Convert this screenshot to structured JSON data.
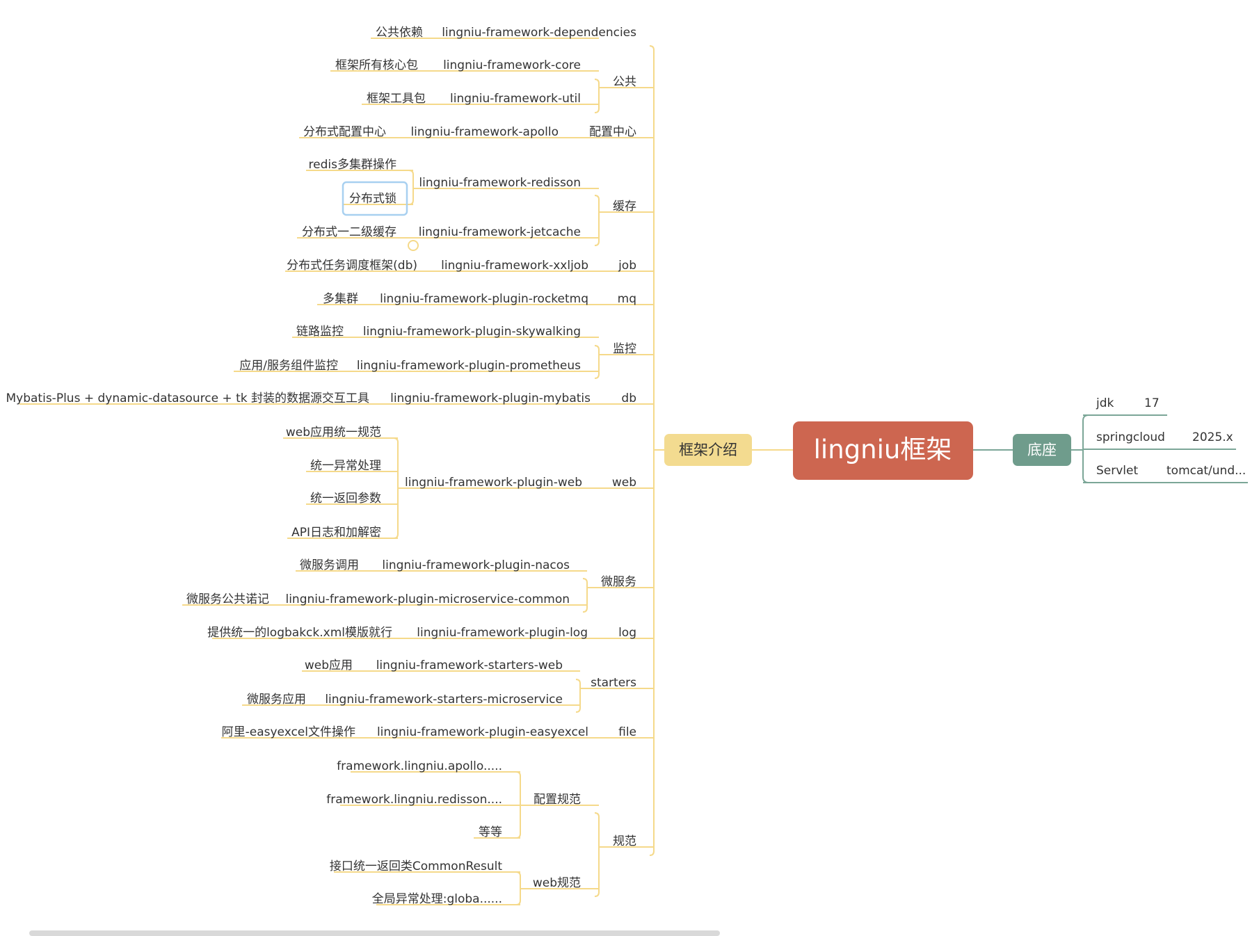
{
  "colors": {
    "branch_line": "#f5d98a",
    "base_line": "#7ba697",
    "root_fill": "#cd6650",
    "root_text": "#ffffff",
    "main_fill": "#f3db90",
    "main_text": "#333333",
    "base_fill": "#6f9c8c",
    "base_text": "#ffffff",
    "leaf_text": "#333333",
    "selection_border": "#a8d0f0"
  },
  "root": {
    "label": "lingniu框架"
  },
  "base": {
    "label": "底座",
    "items": [
      {
        "name": "jdk",
        "value": "17"
      },
      {
        "name": "springcloud",
        "value": "2025.x"
      },
      {
        "name": "Servlet",
        "value": "tomcat/und..."
      }
    ]
  },
  "framework": {
    "label": "框架介绍",
    "categories": [
      {
        "label": "公共",
        "modules": [
          {
            "name": "lingniu-framework-dependencies",
            "notes": [
              "公共依赖"
            ]
          },
          {
            "name": "lingniu-framework-core",
            "notes": [
              "框架所有核心包"
            ]
          },
          {
            "name": "lingniu-framework-util",
            "notes": [
              "框架工具包"
            ]
          }
        ]
      },
      {
        "label": "配置中心",
        "modules": [
          {
            "name": "lingniu-framework-apollo",
            "notes": [
              "分布式配置中心"
            ]
          }
        ]
      },
      {
        "label": "缓存",
        "modules": [
          {
            "name": "lingniu-framework-redisson",
            "notes": [
              "redis多集群操作",
              "分布式锁"
            ]
          },
          {
            "name": "lingniu-framework-jetcache",
            "notes": [
              "分布式一二级缓存"
            ]
          }
        ]
      },
      {
        "label": "job",
        "modules": [
          {
            "name": "lingniu-framework-xxljob",
            "notes": [
              "分布式任务调度框架(db)"
            ]
          }
        ]
      },
      {
        "label": "mq",
        "modules": [
          {
            "name": "lingniu-framework-plugin-rocketmq",
            "notes": [
              "多集群"
            ]
          }
        ]
      },
      {
        "label": "监控",
        "modules": [
          {
            "name": "lingniu-framework-plugin-skywalking",
            "notes": [
              "链路监控"
            ]
          },
          {
            "name": "lingniu-framework-plugin-prometheus",
            "notes": [
              "应用/服务组件监控"
            ]
          }
        ]
      },
      {
        "label": "db",
        "modules": [
          {
            "name": "lingniu-framework-plugin-mybatis",
            "notes": [
              "Mybatis-Plus + dynamic-datasource + tk 封装的数据源交互工具"
            ]
          }
        ]
      },
      {
        "label": "web",
        "modules": [
          {
            "name": "lingniu-framework-plugin-web",
            "notes": [
              "web应用统一规范",
              "统一异常处理",
              "统一返回参数",
              "API日志和加解密"
            ]
          }
        ]
      },
      {
        "label": "微服务",
        "modules": [
          {
            "name": "lingniu-framework-plugin-nacos",
            "notes": [
              "微服务调用"
            ]
          },
          {
            "name": "lingniu-framework-plugin-microservice-common",
            "notes": [
              "微服务公共诺记"
            ]
          }
        ]
      },
      {
        "label": "log",
        "modules": [
          {
            "name": "lingniu-framework-plugin-log",
            "notes": [
              "提供统一的logbakck.xml模版就行"
            ]
          }
        ]
      },
      {
        "label": "starters",
        "modules": [
          {
            "name": "lingniu-framework-starters-web",
            "notes": [
              "web应用"
            ]
          },
          {
            "name": "lingniu-framework-starters-microservice",
            "notes": [
              "微服务应用"
            ]
          }
        ]
      },
      {
        "label": "file",
        "modules": [
          {
            "name": "lingniu-framework-plugin-easyexcel",
            "notes": [
              "阿里-easyexcel文件操作"
            ]
          }
        ]
      },
      {
        "label": "规范",
        "modules": [
          {
            "name": "配置规范",
            "notes": [
              "framework.lingniu.apollo.....",
              "framework.lingniu.redisson....",
              "等等"
            ]
          },
          {
            "name": "web规范",
            "notes": [
              "接口统一返回类CommonResult",
              "全局异常处理:globa......"
            ]
          }
        ]
      }
    ]
  }
}
